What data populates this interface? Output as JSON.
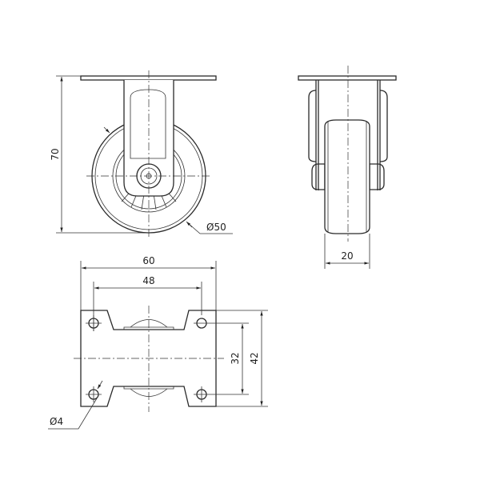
{
  "title": "Fixed caster wheel technical drawing",
  "dimensions": {
    "height": "70",
    "wheel_diameter": "Ø50",
    "wheel_width": "20",
    "plate_width": "60",
    "hole_spacing_x": "48",
    "hole_spacing_y": "32",
    "plate_depth": "42",
    "hole_diameter": "Ø4"
  },
  "colors": {
    "line": "#2a2a2a",
    "background": "#ffffff"
  }
}
